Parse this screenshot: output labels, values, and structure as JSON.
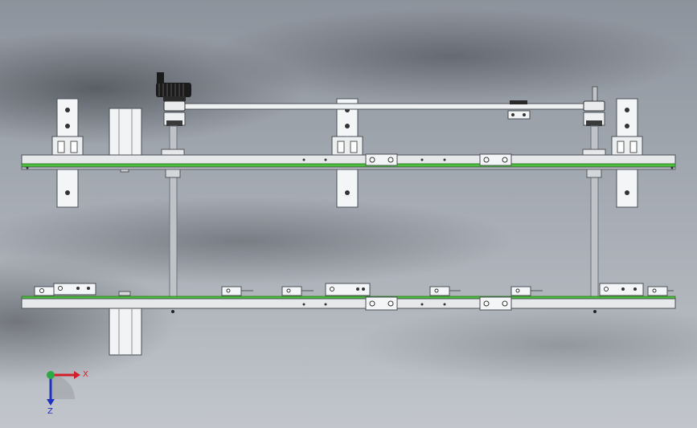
{
  "scene": {
    "type": "cad-assembly-view",
    "colors": {
      "background_top": "#8d939c",
      "background_bottom": "#c2c6cc",
      "rail_body": "#e6e8ea",
      "rail_edge": "#6e7378",
      "conveyor_belt": "#4bbf3a",
      "shaft": "#b9bdc2",
      "bracket": "#f4f5f6",
      "motor": "#1b1b1b"
    }
  },
  "triad": {
    "x_label": "X",
    "z_label": "Z",
    "x_color": "#d2202a",
    "y_color": "#2ea845",
    "z_color": "#2030c0",
    "icon": "coordinate-triad-icon"
  }
}
